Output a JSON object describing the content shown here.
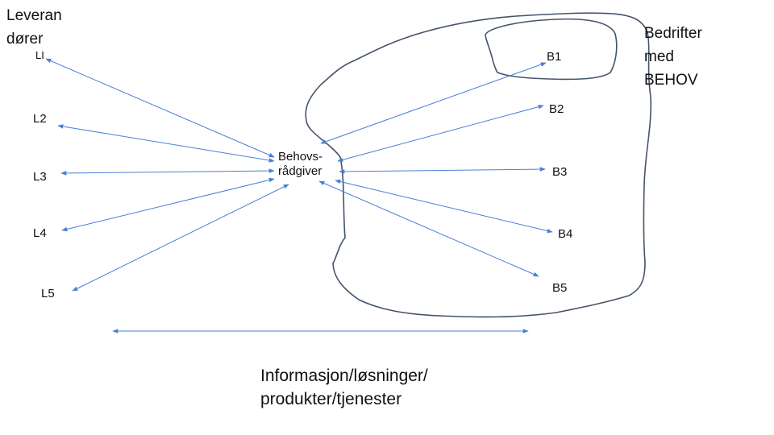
{
  "diagram": {
    "suppliers_heading": [
      "Leveran",
      "dører"
    ],
    "businesses_heading": [
      "Bedrifter",
      "med",
      "BEHOV"
    ],
    "advisor_label": [
      "Behovs-",
      "rådgiver"
    ],
    "suppliers": [
      "LI",
      "L2",
      "L3",
      "L4",
      "L5"
    ],
    "businesses": [
      "B1",
      "B2",
      "B3",
      "B4",
      "B5"
    ],
    "caption": [
      "Informasjon/løsninger/",
      "produkter/tjenester"
    ],
    "colors": {
      "arrow": "#4a7fd4",
      "outline": "#44546a",
      "text": "#111111"
    }
  }
}
